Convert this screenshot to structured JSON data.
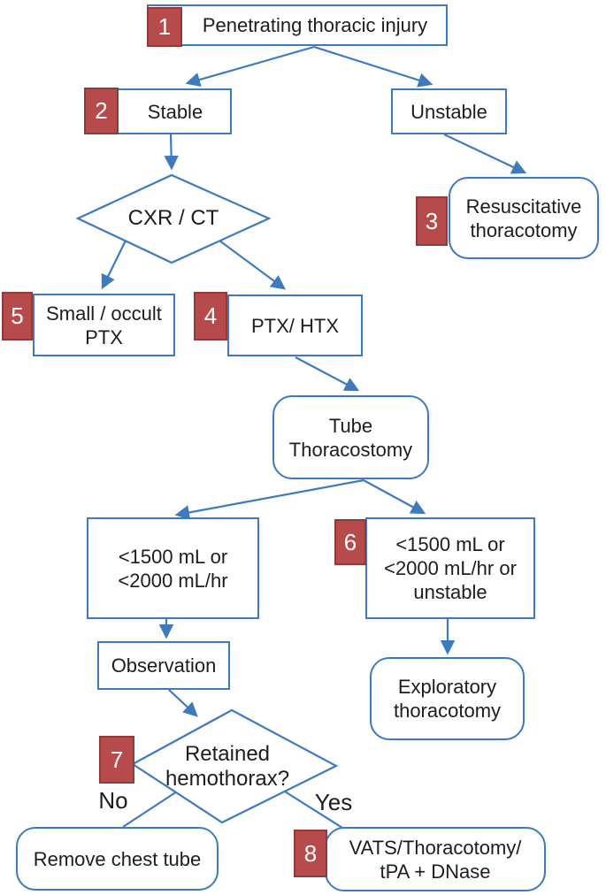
{
  "colors": {
    "blue": "#3d7abe",
    "badge_red": "#b74b4b",
    "badge_border": "#8f3a3c",
    "text_dark": "#1d1d1d",
    "node_background": "#ffffff"
  },
  "nodes": {
    "penetrating": {
      "badge": "1",
      "label": "Penetrating thoracic injury"
    },
    "stable": {
      "badge": "2",
      "label": "Stable"
    },
    "unstable": {
      "label": "Unstable"
    },
    "resuscitative": {
      "badge": "3",
      "label": "Resuscitative\nthoracotomy"
    },
    "cxr_ct": {
      "label": "CXR / CT"
    },
    "small_occult_ptx": {
      "badge": "5",
      "label": "Small / occult\nPTX"
    },
    "ptx_htx": {
      "badge": "4",
      "label": "PTX/ HTX"
    },
    "tube_thoracostomy": {
      "label": "Tube\nThoracostomy"
    },
    "low_volume": {
      "label": "<1500 mL or\n<2000 mL/hr"
    },
    "high_volume": {
      "badge": "6",
      "label": "<1500 mL or\n<2000 mL/hr or\nunstable"
    },
    "observation": {
      "label": "Observation"
    },
    "exploratory": {
      "label": "Exploratory\nthoracotomy"
    },
    "retained_hemothorax": {
      "badge": "7",
      "label": "Retained\nhemothorax?"
    },
    "remove_chest_tube": {
      "label": "Remove chest tube"
    },
    "vats": {
      "badge": "8",
      "label": "VATS/Thoracotomy/\ntPA + DNase"
    }
  },
  "edge_labels": {
    "no": "No",
    "yes": "Yes"
  }
}
